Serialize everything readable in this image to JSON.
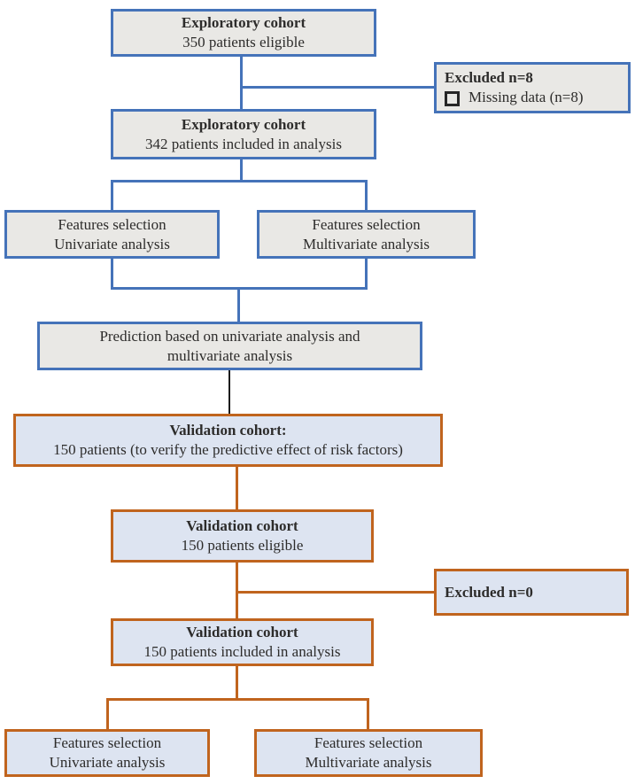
{
  "flowchart": {
    "exploratory": {
      "eligible": {
        "title": "Exploratory cohort",
        "detail": "350 patients eligible"
      },
      "excluded": {
        "title": "Excluded n=8",
        "reason": "Missing data  (n=8)"
      },
      "included": {
        "title": "Exploratory cohort",
        "detail": "342 patients included in analysis"
      },
      "feature_univariate": {
        "line1": "Features selection",
        "line2": "Univariate analysis"
      },
      "feature_multivariate": {
        "line1": "Features selection",
        "line2": "Multivariate analysis"
      },
      "prediction": {
        "line1": "Prediction based on univariate analysis and",
        "line2": "multivariate analysis"
      }
    },
    "validation": {
      "overview": {
        "title": "Validation cohort:",
        "detail": "150 patients (to verify the predictive effect of risk factors)"
      },
      "eligible": {
        "title": "Validation cohort",
        "detail": "150  patients eligible"
      },
      "excluded": {
        "title": "Excluded n=0"
      },
      "included": {
        "title": "Validation cohort",
        "detail": "150 patients included in analysis"
      },
      "feature_univariate": {
        "line1": "Features selection",
        "line2": "Univariate analysis"
      },
      "feature_multivariate": {
        "line1": "Features selection",
        "line2": "Multivariate analysis"
      }
    },
    "colors": {
      "blue_border": "#4573b9",
      "orange_border": "#c0641e",
      "gray_fill": "#e9e8e5",
      "light_blue_fill": "#dde4f1",
      "black_connector": "#1c1c1c"
    }
  }
}
